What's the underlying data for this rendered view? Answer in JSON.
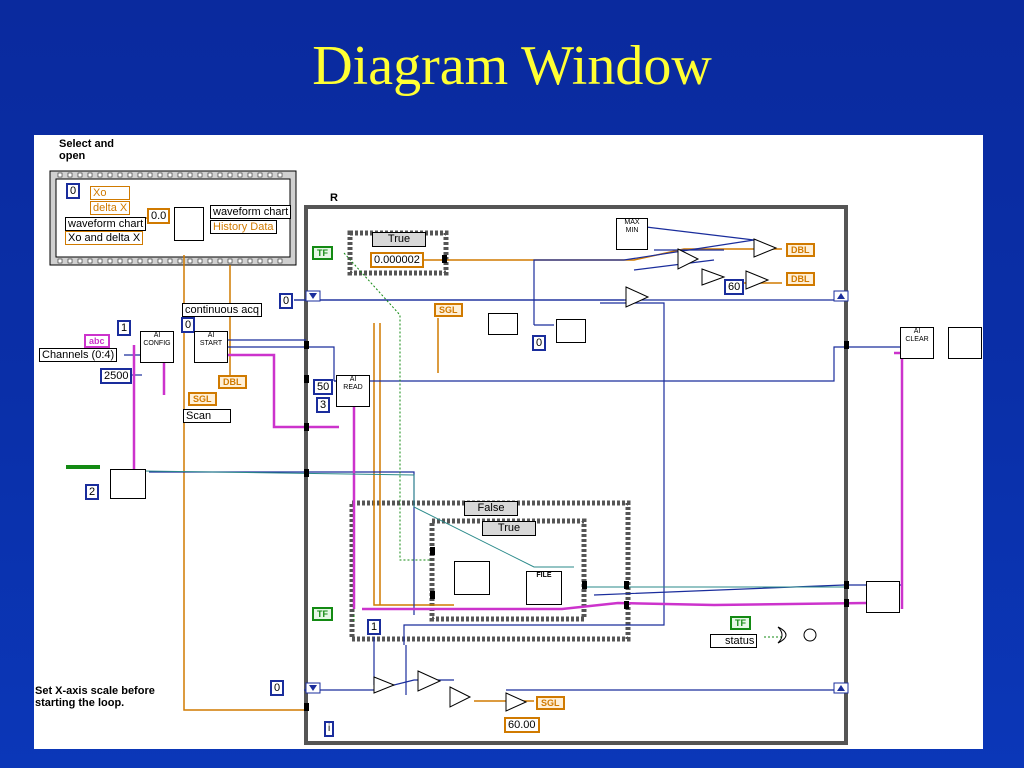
{
  "title": "Diagram Window",
  "annotations": {
    "select_open": "Select and\nopen",
    "set_xaxis": "Set X-axis scale before\nstarting the loop.",
    "loop_label": "R",
    "iteration": "i"
  },
  "chart_cluster": {
    "xo": "Xo",
    "delta_x": "delta X",
    "waveform_chart": "waveform chart",
    "xo_delta": "Xo and delta X",
    "zero": "0",
    "zero_float": "0.0",
    "wc_prop": "waveform chart",
    "history": "History Data"
  },
  "daq": {
    "channels_string": "abc",
    "channels_label": "Channels (0:4)",
    "one": "1",
    "buffer": "2500",
    "mode_label": "continuous acq",
    "mode_val": "0",
    "sgl": "SGL",
    "dbl": "DBL",
    "scan": "Scan",
    "fifty": "50",
    "three": "3",
    "two": "2",
    "config": "AI\nCONFIG",
    "start": "AI\nSTART",
    "read": "AI\nREAD",
    "clear": "AI\nCLEAR"
  },
  "loop": {
    "tf": "TF",
    "case_true": "True",
    "case_false": "False",
    "case_inner_true": "True",
    "delay": "0.000002",
    "zero_left": "0",
    "zero_mid": "0",
    "zero_bottom": "0",
    "sixty": "60",
    "sixty_f": "60.00",
    "one_const": "1",
    "status": "status",
    "maxmin": "MAX\nMIN",
    "file": "FILE"
  },
  "colors": {
    "wire_blue": "#1a2d9c",
    "wire_orange": "#d07a00",
    "wire_pink": "#cc33cc",
    "wire_green": "#138a13",
    "title": "#ffff33"
  }
}
